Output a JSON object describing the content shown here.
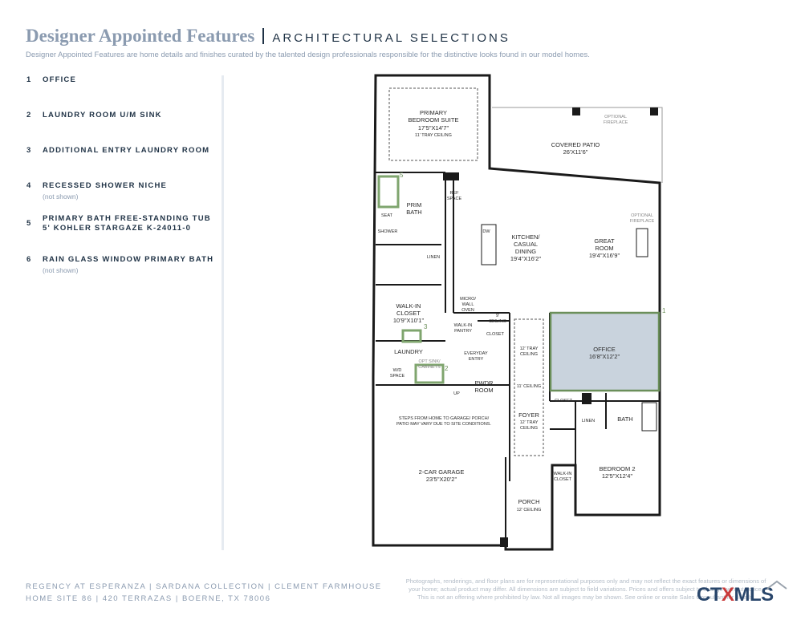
{
  "header": {
    "title": "Designer Appointed Features",
    "subtitle": "ARCHITECTURAL SELECTIONS",
    "intro": "Designer Appointed Features are home details and finishes curated by the talented design professionals responsible for the distinctive looks found in our model homes."
  },
  "features": [
    {
      "num": "1",
      "label": "OFFICE",
      "label2": "",
      "note": ""
    },
    {
      "num": "2",
      "label": "LAUNDRY ROOM U/M SINK",
      "label2": "",
      "note": ""
    },
    {
      "num": "3",
      "label": "ADDITIONAL ENTRY LAUNDRY ROOM",
      "label2": "",
      "note": ""
    },
    {
      "num": "4",
      "label": "RECESSED SHOWER NICHE",
      "label2": "",
      "note": "(not shown)"
    },
    {
      "num": "5",
      "label": "PRIMARY BATH FREE-STANDING TUB",
      "label2": "5' KOHLER STARGAZE K-24011-0",
      "note": ""
    },
    {
      "num": "6",
      "label": "RAIN GLASS WINDOW PRIMARY BATH",
      "label2": "",
      "note": "(not shown)"
    }
  ],
  "plan": {
    "primary_suite": [
      "PRIMARY",
      "BEDROOM SUITE",
      "17'5\"X14'7\"",
      "11' TRAY CEILING"
    ],
    "covered_patio": [
      "COVERED PATIO",
      "26'X11'6\""
    ],
    "optional_fireplace_top": [
      "OPTIONAL",
      "FIREPLACE"
    ],
    "optional_fireplace_side": [
      "OPTIONAL",
      "FIREPLACE"
    ],
    "prim_bath": [
      "PRIM",
      "BATH"
    ],
    "ref_space": [
      "REF",
      "SPACE"
    ],
    "seat": "SEAT",
    "shower": "SHOWER",
    "linen_primary": "LINEN",
    "dw": "DW",
    "kitchen": [
      "KITCHEN/",
      "CASUAL",
      "DINING",
      "19'4\"X16'2\""
    ],
    "great_room": [
      "GREAT",
      "ROOM",
      "19'4\"X16'9\""
    ],
    "micro_wall_oven": [
      "MICRO/",
      "WALL",
      "OVEN"
    ],
    "walk_in_closet": [
      "WALK-IN",
      "CLOSET",
      "10'9\"X10'1\""
    ],
    "walk_in_pantry": [
      "WALK-IN",
      "PANTRY"
    ],
    "ceiling_9": [
      "9'",
      "CEILING"
    ],
    "closet_entry": "CLOSET",
    "laundry": "LAUNDRY",
    "opt_sink_cabinets": [
      "OPT SINK/",
      "CABINETS"
    ],
    "wd_space": [
      "W/D",
      "SPACE"
    ],
    "everyday_entry": [
      "EVERYDAY",
      "ENTRY"
    ],
    "tray_ceiling_12": [
      "12' TRAY",
      "CEILING"
    ],
    "office": [
      "OFFICE",
      "16'8\"X12'2\""
    ],
    "pwdr_room": [
      "PWDR",
      "ROOM"
    ],
    "up": "UP",
    "ceiling_11": "11' CEILING",
    "closet_office": "CLOSET",
    "linen_bath": "LINEN",
    "bath": "BATH",
    "foyer": [
      "FOYER",
      "12' TRAY",
      "CEILING"
    ],
    "garage_note": [
      "STEPS FROM HOME TO GARAGE/ PORCH/",
      "PATIO MAY VARY DUE TO SITE CONDITIONS."
    ],
    "garage": [
      "2-CAR GARAGE",
      "23'5\"X20'2\""
    ],
    "bedroom2": [
      "BEDROOM 2",
      "12'5\"X12'4\""
    ],
    "walk_in_closet_2": [
      "WALK-IN",
      "CLOSET"
    ],
    "porch": [
      "PORCH",
      "12' CEILING"
    ],
    "markers": [
      "1",
      "2",
      "3",
      "5"
    ]
  },
  "footer": {
    "line1": "REGENCY AT ESPERANZA | SARDANA COLLECTION | CLEMENT FARMHOUSE",
    "line2": "HOME SITE 86 | 420 TERRAZAS | BOERNE, TX 78006",
    "disclaimer1": "Photographs, renderings, and floor plans are for representational purposes only and may not reflect the exact features or dimensions of",
    "disclaimer2": "your home; actual product may differ. All dimensions are subject to field variations. Prices and offers subject to change without notice.",
    "disclaimer3": "This is not an offering where prohibited by law. Not all images may be shown. See online or onsite Sales Consultant for details."
  },
  "logo": {
    "ct": "CT",
    "x": "X",
    "mls": "MLS"
  },
  "colors": {
    "highlight": "#7fa56e",
    "office_fill": "#c9d3dd",
    "wall": "#1a1a1a",
    "title": "#8b9bb0",
    "navy": "#1f3245"
  }
}
